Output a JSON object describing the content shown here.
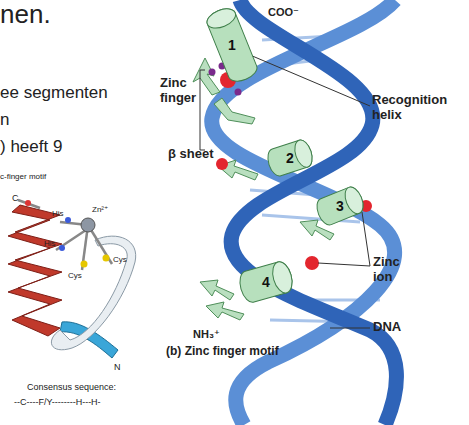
{
  "diagram": {
    "caption": "(b) Zinc finger motif",
    "nodes": [
      {
        "text": [
          "1"
        ]
      },
      {
        "text": [
          "2"
        ]
      },
      {
        "text": [
          "3"
        ]
      },
      {
        "text": [
          "4"
        ]
      }
    ],
    "labels": [
      "nen.",
      "ee segmenten",
      "n",
      ") heeft 9",
      "c-finger motif",
      "C",
      "His",
      "Zn²⁺",
      "His",
      "Cys",
      "Cys",
      "N",
      "Consensus sequence:",
      "--C----F/Y--------H---H-",
      "COO⁻",
      "Zinc finger",
      "Recognition helix",
      "β sheet",
      "Zinc ion",
      "NH₃⁺",
      "DNA"
    ]
  }
}
